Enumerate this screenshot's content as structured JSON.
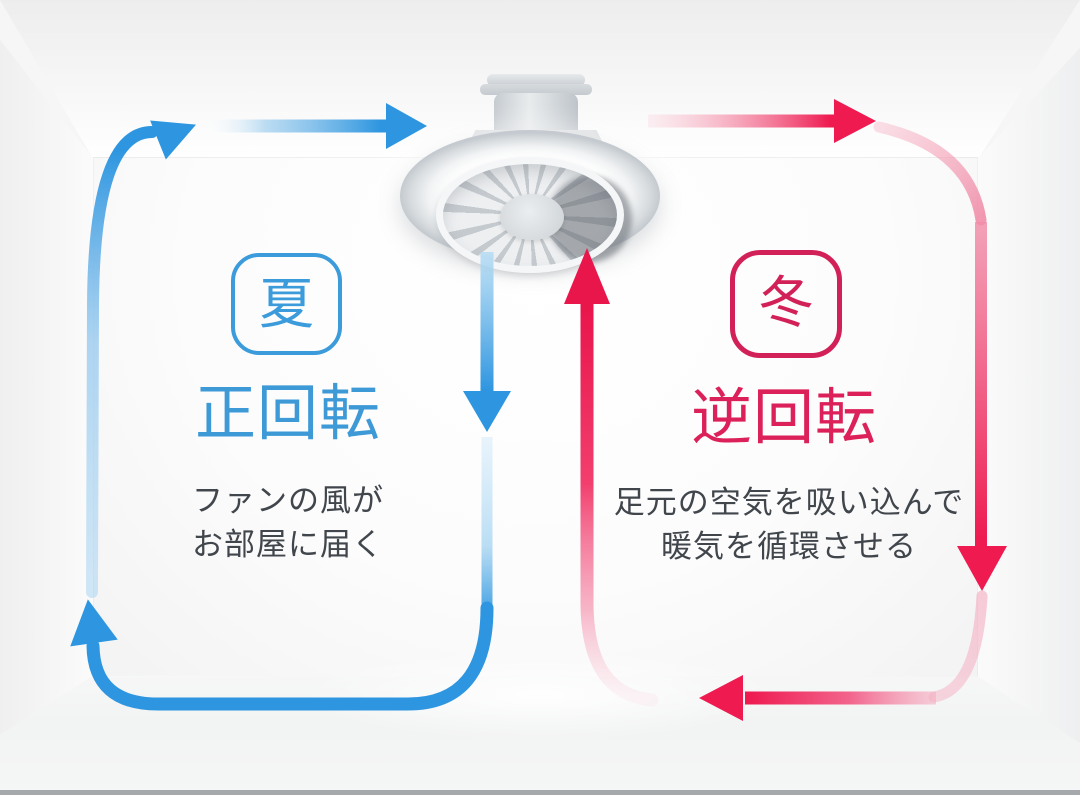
{
  "summer": {
    "badge": "夏",
    "title": "正回転",
    "desc_line1": "ファンの風が",
    "desc_line2": "お部屋に届く"
  },
  "winter": {
    "badge": "冬",
    "title": "逆回転",
    "desc_line1": "足元の空気を吸い込んで",
    "desc_line2": "暖気を循環させる"
  },
  "colors": {
    "summer_accent": "#2E96E0",
    "summer_title": "#3E99D7",
    "summer_badge": "#3B9BDB",
    "winter_accent": "#EE1A50",
    "winter_arrow_deep": "#E9164C",
    "winter_title": "#DC2059",
    "winter_badge": "#D22158",
    "desc_text": "#41464C",
    "room_white": "#F6F6F6"
  }
}
